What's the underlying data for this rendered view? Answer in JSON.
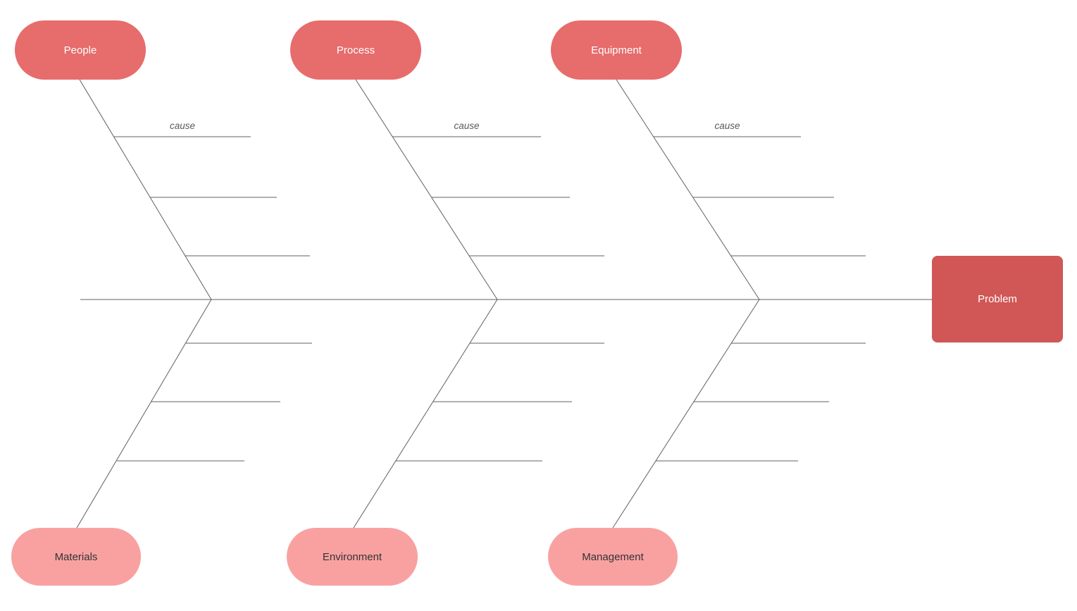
{
  "diagram": {
    "type": "fishbone",
    "problem": {
      "label": "Problem"
    },
    "top_categories": [
      {
        "label": "People",
        "branch_count": 3,
        "first_branch_label": "cause"
      },
      {
        "label": "Process",
        "branch_count": 3,
        "first_branch_label": "cause"
      },
      {
        "label": "Equipment",
        "branch_count": 3,
        "first_branch_label": "cause"
      }
    ],
    "bottom_categories": [
      {
        "label": "Materials",
        "branch_count": 3
      },
      {
        "label": "Environment",
        "branch_count": 3
      },
      {
        "label": "Management",
        "branch_count": 3
      }
    ],
    "colors": {
      "top_pill_fill": "#e76c6c",
      "bottom_pill_fill": "#f9a1a1",
      "problem_fill": "#d15656",
      "pill_text_light": "#ffffff",
      "pill_text_dark": "#333333",
      "cause_text": "#5a5a5a",
      "line": "#606060",
      "background": "#ffffff"
    }
  }
}
